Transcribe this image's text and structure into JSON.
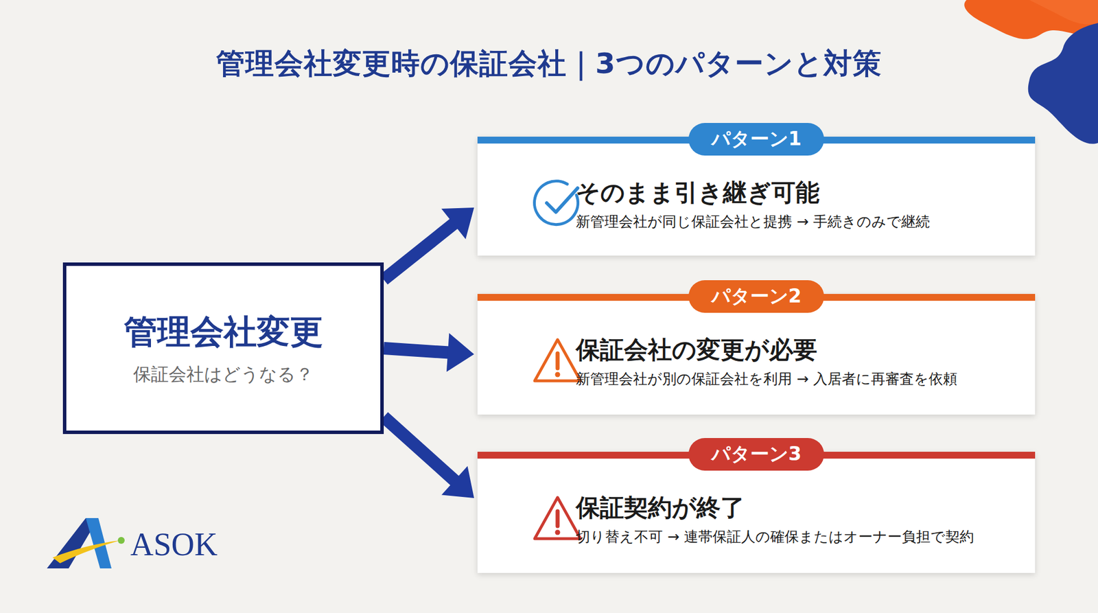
{
  "diagram": {
    "title": "管理会社変更時の保証会社｜3つのパターンと対策",
    "nodes": [
      {
        "text": [
          "管理会社変更",
          "保証会社はどうなる？"
        ]
      },
      {
        "text": [
          "パターン1",
          "そのまま引き継ぎ可能",
          "新管理会社が同じ保証会社と提携 → 手続きのみで継続"
        ]
      },
      {
        "text": [
          "パターン2",
          "保証会社の変更が必要",
          "新管理会社が別の保証会社を利用 → 入居者に再審査を依頼"
        ]
      },
      {
        "text": [
          "パターン3",
          "保証契約が終了",
          "切り替え不可 → 連帯保証人の確保またはオーナー負担で契約"
        ]
      }
    ],
    "edges": [
      {
        "from": 0,
        "to": 1,
        "arrow": "to"
      },
      {
        "from": 0,
        "to": 2,
        "arrow": "to"
      },
      {
        "from": 0,
        "to": 3,
        "arrow": "to"
      }
    ],
    "labels": [
      "ASOK"
    ]
  }
}
